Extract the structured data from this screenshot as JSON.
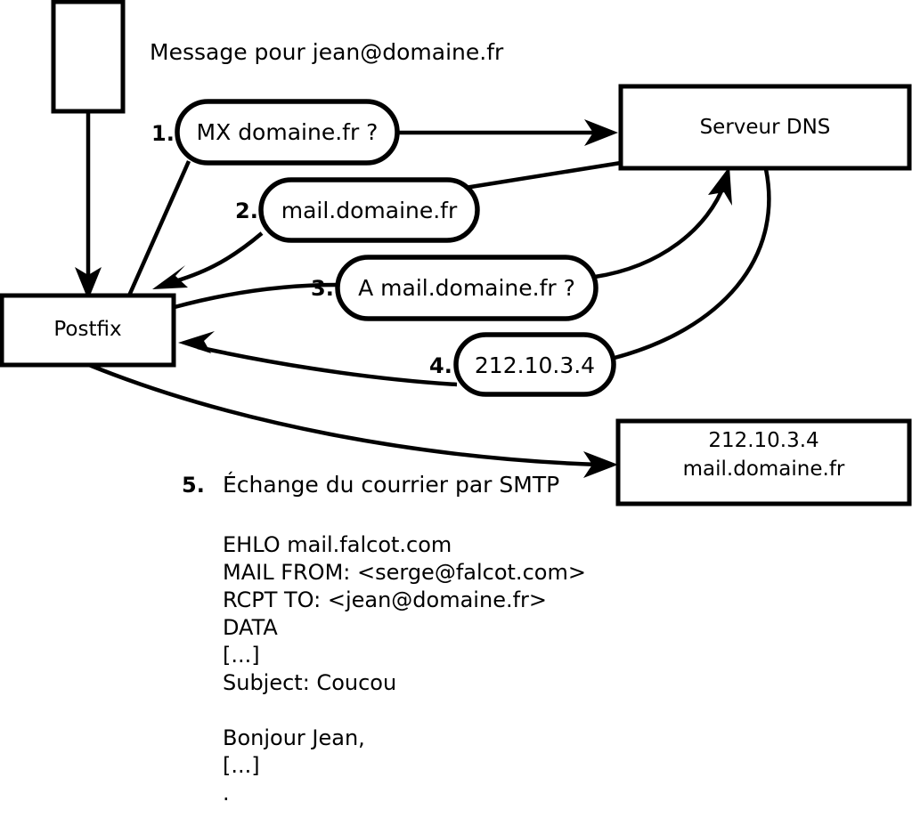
{
  "diagram": {
    "title": "Message pour jean@domaine.fr",
    "nodes": {
      "client": {
        "label": ""
      },
      "postfix": {
        "label": "Postfix"
      },
      "dns": {
        "label": "Serveur DNS"
      },
      "target_line1": "212.10.3.4",
      "target_line2": "mail.domaine.fr"
    },
    "steps": [
      {
        "number": "1.",
        "label": "MX domaine.fr ?"
      },
      {
        "number": "2.",
        "label": "mail.domaine.fr"
      },
      {
        "number": "3.",
        "label": "A mail.domaine.fr ?"
      },
      {
        "number": "4.",
        "label": "212.10.3.4"
      },
      {
        "number": "5.",
        "label": "Échange du courrier par SMTP"
      }
    ],
    "smtp_transcript": [
      "EHLO mail.falcot.com",
      "MAIL FROM: <serge@falcot.com>",
      "RCPT TO: <jean@domaine.fr>",
      "DATA",
      "[...]",
      "Subject: Coucou",
      "",
      "Bonjour Jean,",
      "[...]",
      "."
    ],
    "colors": {
      "stroke": "#000000",
      "fill": "#ffffff",
      "text": "#000000"
    }
  }
}
